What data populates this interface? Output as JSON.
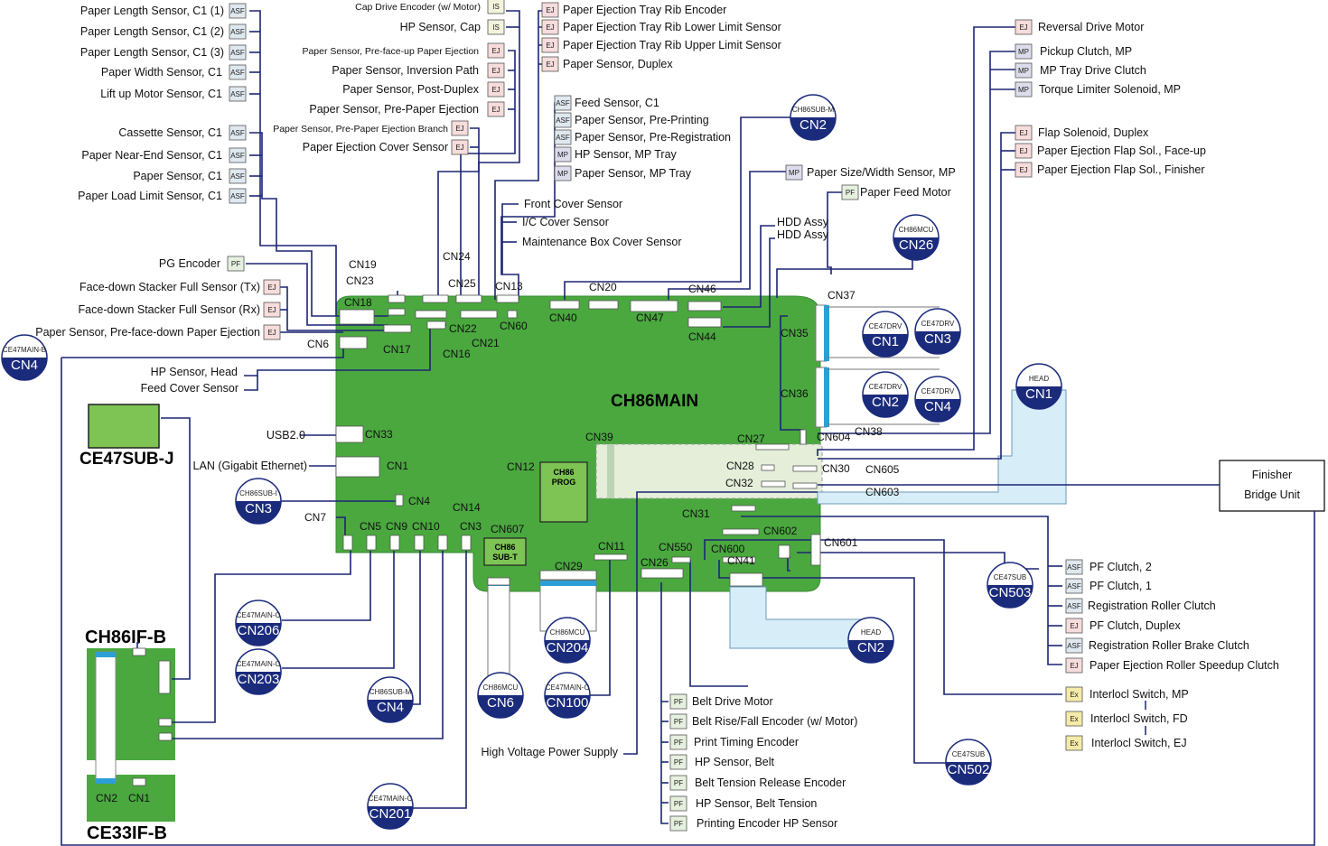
{
  "tag_styles": {
    "ASF": "#dfe8ef",
    "EJ": "#f7dcdc",
    "MP": "#dcdcec",
    "IS": "#f3f3dc",
    "PF": "#e5f0df",
    "Ex": "#f5eba8"
  },
  "colors": {
    "board": "#4aa83f",
    "wire": "#1c2573",
    "circle": "#1b2b7c",
    "flex": "#d7edf8",
    "cable_light": "#a9cfe8"
  },
  "boards": {
    "main": "CH86MAIN",
    "sub_j": "CE47SUB-J",
    "if_b": "CH86IF-B",
    "ce33": "CE33IF-B",
    "prog_l1": "CH86",
    "prog_l2": "PROG",
    "subt_l1": "CH86",
    "subt_l2": "SUB-T",
    "finisher_l1": "Finisher",
    "finisher_l2": "Bridge Unit"
  },
  "labels": {
    "l1": {
      "text": "Paper Length Sensor, C1 (1)",
      "tag": "ASF"
    },
    "l2": {
      "text": "Paper Length Sensor, C1 (2)",
      "tag": "ASF"
    },
    "l3": {
      "text": "Paper Length Sensor, C1 (3)",
      "tag": "ASF"
    },
    "l4": {
      "text": "Paper Width Sensor, C1",
      "tag": "ASF"
    },
    "l5": {
      "text": "Lift up Motor Sensor, C1",
      "tag": "ASF"
    },
    "l6": {
      "text": "Cassette Sensor, C1",
      "tag": "ASF"
    },
    "l7": {
      "text": "Paper Near-End Sensor, C1",
      "tag": "ASF"
    },
    "l8": {
      "text": "Paper Sensor, C1",
      "tag": "ASF"
    },
    "l9": {
      "text": "Paper Load Limit Sensor, C1",
      "tag": "ASF"
    },
    "l10": {
      "text": "Cap Drive Encoder (w/ Motor)",
      "tag": "IS"
    },
    "l11": {
      "text": "HP Sensor, Cap",
      "tag": "IS"
    },
    "l12": {
      "text": "Paper Sensor, Pre-face-up Paper Ejection",
      "tag": "EJ"
    },
    "l13": {
      "text": "Paper Sensor, Inversion Path",
      "tag": "EJ"
    },
    "l14": {
      "text": "Paper Sensor, Post-Duplex",
      "tag": "EJ"
    },
    "l15": {
      "text": "Paper Sensor, Pre-Paper Ejection",
      "tag": "EJ"
    },
    "l16": {
      "text": "Paper Sensor, Pre-Paper Ejection Branch",
      "tag": "EJ"
    },
    "l17": {
      "text": "Paper Ejection Cover Sensor",
      "tag": "EJ"
    },
    "l18": {
      "text": "Paper Ejection Tray Rib Encoder",
      "tag": "EJ"
    },
    "l19": {
      "text": "Paper Ejection Tray Rib Lower Limit Sensor",
      "tag": "EJ"
    },
    "l20": {
      "text": "Paper Ejection Tray Rib Upper Limit Sensor",
      "tag": "EJ"
    },
    "l21": {
      "text": "Paper Sensor, Duplex",
      "tag": "EJ"
    },
    "l22": {
      "text": "Feed Sensor, C1",
      "tag": "ASF"
    },
    "l23": {
      "text": "Paper Sensor, Pre-Printing",
      "tag": "ASF"
    },
    "l24": {
      "text": "Paper Sensor, Pre-Registration",
      "tag": "ASF"
    },
    "l25": {
      "text": "HP Sensor, MP Tray",
      "tag": "MP"
    },
    "l26": {
      "text": "Paper Sensor, MP Tray",
      "tag": "MP"
    },
    "l27": {
      "text": "Front Cover Sensor",
      "tag": ""
    },
    "l28": {
      "text": "I/C Cover Sensor",
      "tag": ""
    },
    "l29": {
      "text": "Maintenance Box Cover Sensor",
      "tag": ""
    },
    "l30": {
      "text": "PG Encoder",
      "tag": "PF"
    },
    "l31": {
      "text": "Face-down Stacker Full Sensor (Tx)",
      "tag": "EJ"
    },
    "l32": {
      "text": "Face-down Stacker Full Sensor (Rx)",
      "tag": "EJ"
    },
    "l33": {
      "text": "Paper Sensor, Pre-face-down Paper Ejection",
      "tag": "EJ"
    },
    "l34": {
      "text": "HP Sensor, Head",
      "tag": ""
    },
    "l35": {
      "text": "Feed Cover Sensor",
      "tag": ""
    },
    "l36": {
      "text": "USB2.0",
      "tag": ""
    },
    "l37": {
      "text": "LAN (Gigabit Ethernet)",
      "tag": ""
    },
    "l38": {
      "text": "Reversal Drive Motor",
      "tag": "EJ"
    },
    "l39": {
      "text": "Pickup Clutch, MP",
      "tag": "MP"
    },
    "l40": {
      "text": "MP Tray Drive Clutch",
      "tag": "MP"
    },
    "l41": {
      "text": "Torque Limiter Solenoid, MP",
      "tag": "MP"
    },
    "l42": {
      "text": "Flap Solenoid, Duplex",
      "tag": "EJ"
    },
    "l43": {
      "text": "Paper Ejection Flap Sol., Face-up",
      "tag": "EJ"
    },
    "l44": {
      "text": "Paper Ejection Flap Sol., Finisher",
      "tag": "EJ"
    },
    "l45": {
      "text": "Paper Size/Width Sensor, MP",
      "tag": "MP"
    },
    "l46": {
      "text": "Paper Feed Motor",
      "tag": "PF"
    },
    "l47": {
      "text": "HDD Assy",
      "tag": ""
    },
    "l48": {
      "text": "HDD Assy",
      "tag": ""
    },
    "l49": {
      "text": "PF Clutch, 2",
      "tag": "ASF"
    },
    "l50": {
      "text": "PF Clutch, 1",
      "tag": "ASF"
    },
    "l51": {
      "text": "Registration Roller Clutch",
      "tag": "ASF"
    },
    "l52": {
      "text": "PF Clutch, Duplex",
      "tag": "EJ"
    },
    "l53": {
      "text": "Registration Roller Brake Clutch",
      "tag": "ASF"
    },
    "l54": {
      "text": "Paper Ejection Roller Speedup Clutch",
      "tag": "EJ"
    },
    "l55": {
      "text": "Interlocl Switch, MP",
      "tag": "Ex"
    },
    "l56": {
      "text": "Interlocl Switch, FD",
      "tag": "Ex"
    },
    "l57": {
      "text": "Interlocl Switch, EJ",
      "tag": "Ex"
    },
    "l58": {
      "text": "Belt Drive Motor",
      "tag": "PF"
    },
    "l59": {
      "text": "Belt Rise/Fall Encoder (w/ Motor)",
      "tag": "PF"
    },
    "l60": {
      "text": "Print Timing Encoder",
      "tag": "PF"
    },
    "l61": {
      "text": "HP Sensor, Belt",
      "tag": "PF"
    },
    "l62": {
      "text": "Belt Tension Release Encoder",
      "tag": "PF"
    },
    "l63": {
      "text": "HP Sensor, Belt Tension",
      "tag": "PF"
    },
    "l64": {
      "text": "Printing Encoder HP Sensor",
      "tag": "PF"
    },
    "l65": {
      "text": "High Voltage Power Supply",
      "tag": ""
    }
  },
  "connectors": {
    "c1": "CN19",
    "c2": "CN23",
    "c3": "CN18",
    "c4": "CN24",
    "c5": "CN25",
    "c6": "CN13",
    "c7": "CN22",
    "c8": "CN21",
    "c9": "CN60",
    "c10": "CN17",
    "c11": "CN16",
    "c12": "CN6",
    "c13": "CN40",
    "c14": "CN20",
    "c15": "CN47",
    "c16": "CN46",
    "c17": "CN44",
    "c18": "CN37",
    "c19": "CN35",
    "c20": "CN36",
    "c21": "CN38",
    "c22": "CN604",
    "c23": "CN27",
    "c24": "CN39",
    "c25": "CN28",
    "c26": "CN30",
    "c27": "CN605",
    "c28": "CN32",
    "c29": "CN603",
    "c30": "CN31",
    "c31": "CN602",
    "c32": "CN601",
    "c33": "CN33",
    "c34": "CN1",
    "c35": "CN12",
    "c36": "CN4",
    "c37": "CN14",
    "c38": "CN7",
    "c39": "CN5",
    "c40": "CN9",
    "c41": "CN10",
    "c42": "CN3",
    "c43": "CN607",
    "c44": "CN11",
    "c45": "CN550",
    "c46": "CN600",
    "c47": "CN26",
    "c48": "CN41",
    "c49": "CN29",
    "c50": "CN2",
    "c51": "CN1"
  },
  "circles": {
    "k1": {
      "title": "CE47MAIN-B",
      "name": "CN4"
    },
    "k2": {
      "title": "CH86SUB-M",
      "name": "CN2"
    },
    "k3": {
      "title": "CH86MCU",
      "name": "CN26"
    },
    "k4": {
      "title": "CE47DRV",
      "name": "CN1"
    },
    "k5": {
      "title": "CE47DRV",
      "name": "CN3"
    },
    "k6": {
      "title": "CE47DRV",
      "name": "CN2"
    },
    "k7": {
      "title": "CE47DRV",
      "name": "CN4"
    },
    "k8": {
      "title": "HEAD",
      "name": "CN1"
    },
    "k9": {
      "title": "CH86SUB-I",
      "name": "CN3"
    },
    "k10": {
      "title": "CE47SUB",
      "name": "CN503"
    },
    "k11": {
      "title": "HEAD",
      "name": "CN2"
    },
    "k12": {
      "title": "CE47MAIN-C",
      "name": "CN206"
    },
    "k13": {
      "title": "CE47MAIN-C",
      "name": "CN203"
    },
    "k14": {
      "title": "CH86SUB-M",
      "name": "CN4"
    },
    "k15": {
      "title": "CH86MCU",
      "name": "CN204"
    },
    "k16": {
      "title": "CH86MCU",
      "name": "CN6"
    },
    "k17": {
      "title": "CE47MAIN-C",
      "name": "CN100"
    },
    "k18": {
      "title": "CE47SUB",
      "name": "CN502"
    },
    "k19": {
      "title": "CE47MAIN-C",
      "name": "CN201"
    }
  }
}
